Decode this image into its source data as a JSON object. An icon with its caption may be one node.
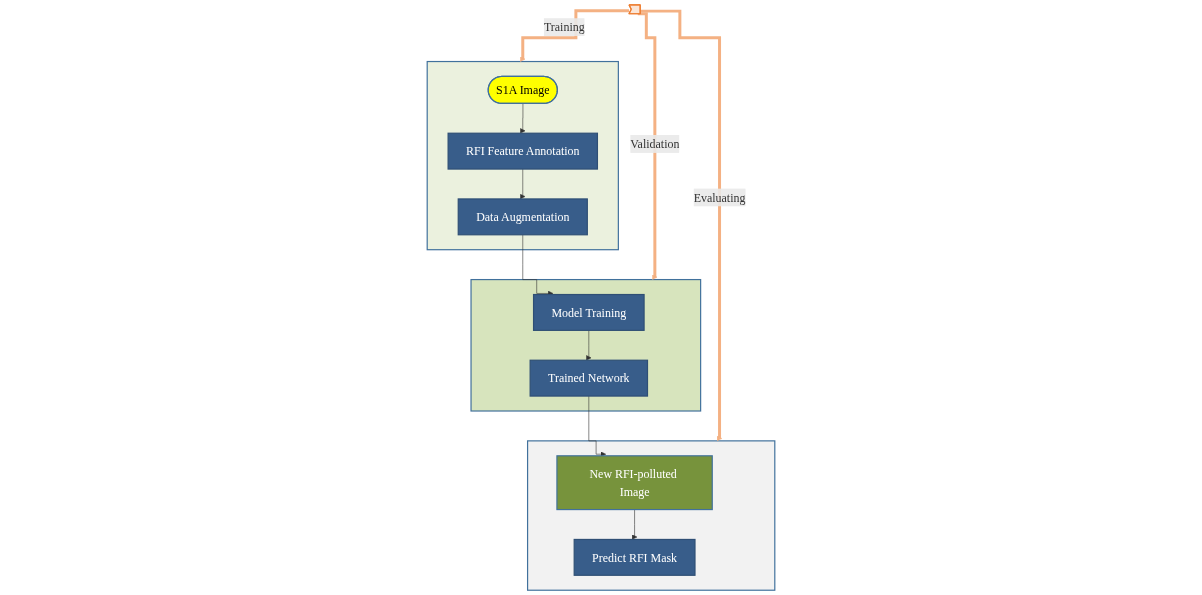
{
  "diagram": {
    "nodes": [
      {
        "text": [],
        "shape": "bar"
      },
      {
        "text": [],
        "shape": "box"
      },
      {
        "text": [
          "S1A Image"
        ],
        "in": 1
      },
      {
        "text": [
          "RFI Feature Annotation"
        ],
        "in": 1
      },
      {
        "text": [
          "Data Augmentation"
        ],
        "in": 1
      },
      {
        "text": [],
        "shape": "box"
      },
      {
        "text": [
          "Model Training"
        ],
        "in": 5
      },
      {
        "text": [
          "Trained Network"
        ],
        "in": 5
      },
      {
        "text": [],
        "shape": "box"
      },
      {
        "text": [
          "New RFI-polluted Image"
        ],
        "in": 8
      },
      {
        "text": [
          "Predict RFI Mask"
        ],
        "in": 8
      }
    ],
    "edges": [
      {
        "from": 0,
        "to": 1,
        "arrow": "to",
        "label": "Training",
        "style": "thick",
        "color": "#f4b183"
      },
      {
        "from": 0,
        "to": 5,
        "arrow": "to",
        "label": "Validation",
        "style": "thick",
        "color": "#f4b183"
      },
      {
        "from": 0,
        "to": 8,
        "arrow": "to",
        "label": "Evaluating",
        "style": "thick",
        "color": "#f4b183"
      },
      {
        "from": 2,
        "to": 3,
        "arrow": "to"
      },
      {
        "from": 3,
        "to": 4,
        "arrow": "to"
      },
      {
        "from": 4,
        "to": 6,
        "arrow": "to"
      },
      {
        "from": 6,
        "to": 7,
        "arrow": "to"
      },
      {
        "from": 7,
        "to": 9,
        "arrow": "to"
      },
      {
        "from": 9,
        "to": 10,
        "arrow": "to"
      }
    ]
  }
}
